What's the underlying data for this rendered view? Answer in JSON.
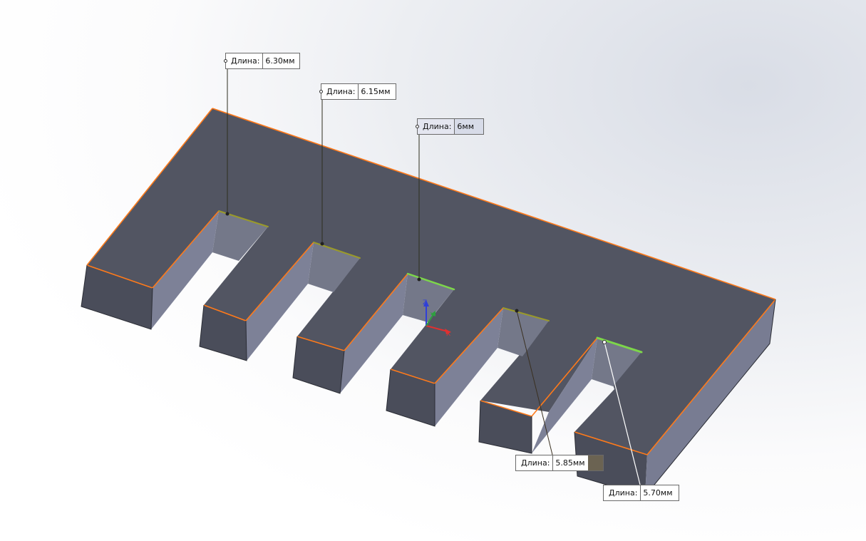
{
  "viewport": {
    "background_top": "#d9dde6",
    "background_bottom": "#ffffff"
  },
  "part": {
    "top_face_color": "#525562",
    "front_face_color": "#4a4d5a",
    "side_face_color": "#787c92",
    "edge_highlight_color": "#ff7a1a",
    "selected_edge_color": "#7dd64a"
  },
  "triad": {
    "x_label": "X",
    "y_label": "Y",
    "z_label": "Z",
    "x_color": "#e03030",
    "y_color": "#2fa040",
    "z_color": "#2f3fd8"
  },
  "measurements": [
    {
      "label": "Длина:",
      "value": "6.30мм",
      "state": "normal"
    },
    {
      "label": "Длина:",
      "value": "6.15мм",
      "state": "normal"
    },
    {
      "label": "Длина:",
      "value": "6мм",
      "state": "active"
    },
    {
      "label": "Длина:",
      "value": "5.85мм",
      "state": "swatch"
    },
    {
      "label": "Длина:",
      "value": "5.70мм",
      "state": "normal"
    }
  ]
}
